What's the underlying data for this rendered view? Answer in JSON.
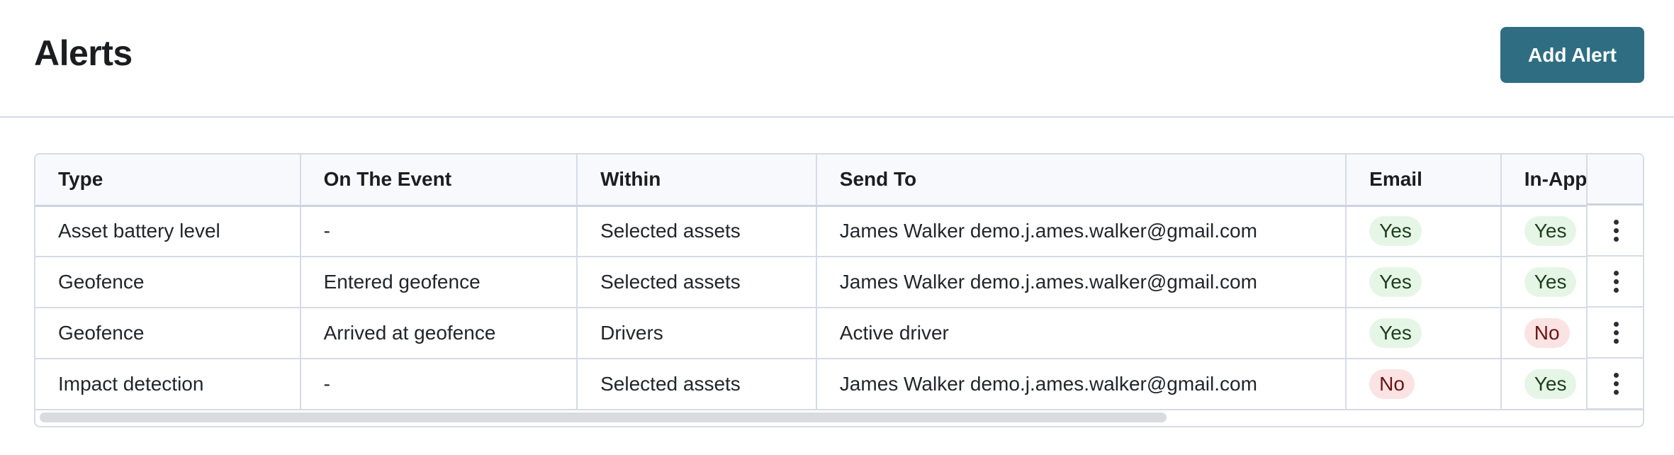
{
  "header": {
    "title": "Alerts",
    "add_button_label": "Add Alert"
  },
  "table": {
    "columns": [
      "Type",
      "On The Event",
      "Within",
      "Send To",
      "Email",
      "In-App"
    ],
    "rows": [
      {
        "type": "Asset battery level",
        "event": "-",
        "within": "Selected assets",
        "send_to": "James Walker demo.j.ames.walker@gmail.com",
        "email": "Yes",
        "in_app": "Yes"
      },
      {
        "type": "Geofence",
        "event": "Entered geofence",
        "within": "Selected assets",
        "send_to": "James Walker demo.j.ames.walker@gmail.com",
        "email": "Yes",
        "in_app": "Yes"
      },
      {
        "type": "Geofence",
        "event": "Arrived at geofence",
        "within": "Drivers",
        "send_to": "Active driver",
        "email": "Yes",
        "in_app": "No"
      },
      {
        "type": "Impact detection",
        "event": "-",
        "within": "Selected assets",
        "send_to": "James Walker demo.j.ames.walker@gmail.com",
        "email": "No",
        "in_app": "Yes"
      }
    ]
  },
  "icons": {
    "row_actions": "more-vertical-icon"
  },
  "colors": {
    "primary_button": "#2f6e82",
    "badge_yes_bg": "#e6f6e6",
    "badge_no_bg": "#fbe3e3",
    "border": "#d6dbe6"
  }
}
